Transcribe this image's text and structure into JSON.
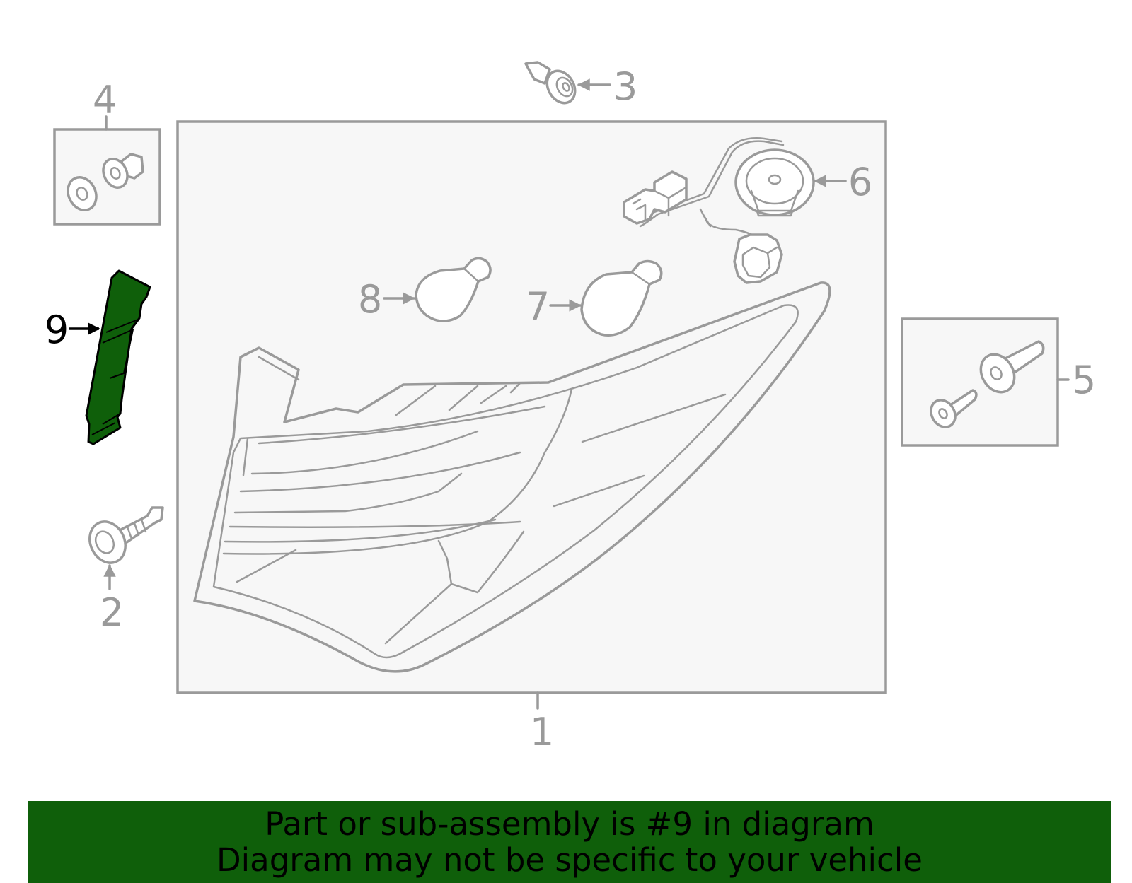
{
  "diagram": {
    "callouts": {
      "c1": "1",
      "c2": "2",
      "c3": "3",
      "c4": "4",
      "c5": "5",
      "c6": "6",
      "c7": "7",
      "c8": "8",
      "c9": "9"
    },
    "highlight_color": "#0f5f0a",
    "line_color": "#9a9a9a"
  },
  "banner": {
    "line1": "Part or sub-assembly is #9 in diagram",
    "line2": "Diagram may not be specific to your vehicle",
    "background": "#0f5f0a"
  }
}
